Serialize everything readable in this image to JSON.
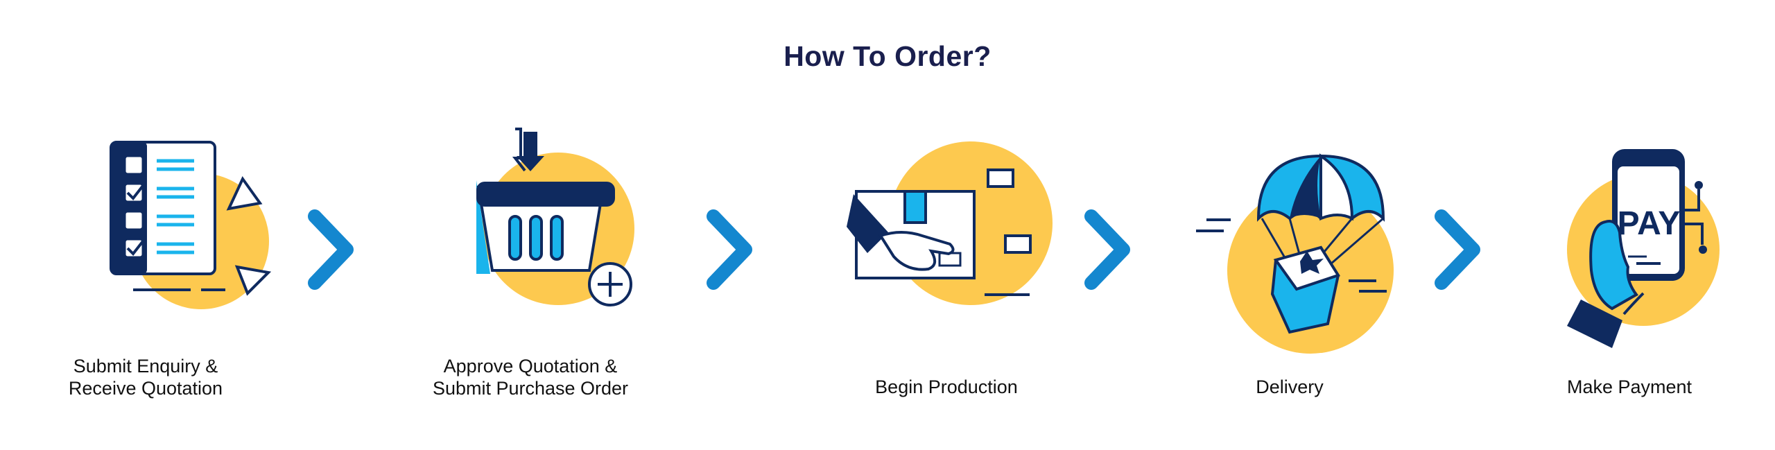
{
  "header": {
    "title": "How To Order?"
  },
  "colors": {
    "navy": "#0f2a5f",
    "yellow": "#fdc94f",
    "cyan": "#1ab4ec",
    "blue_chevron": "#1487cf"
  },
  "steps": [
    {
      "label_line1": "Submit Enquiry &",
      "label_line2": "Receive Quotation",
      "icon": "checklist-icon"
    },
    {
      "label_line1": "Approve Quotation &",
      "label_line2": "Submit Purchase Order",
      "icon": "basket-icon"
    },
    {
      "label_line1": "Begin Production",
      "label_line2": "",
      "icon": "box-hand-icon"
    },
    {
      "label_line1": "Delivery",
      "label_line2": "",
      "icon": "parachute-box-icon"
    },
    {
      "label_line1": "Make Payment",
      "label_line2": "",
      "icon": "phone-pay-icon"
    }
  ],
  "phone_screen_text": "PAY",
  "arrows": [
    "chevron-right-icon",
    "chevron-right-icon",
    "chevron-right-icon",
    "chevron-right-icon"
  ]
}
